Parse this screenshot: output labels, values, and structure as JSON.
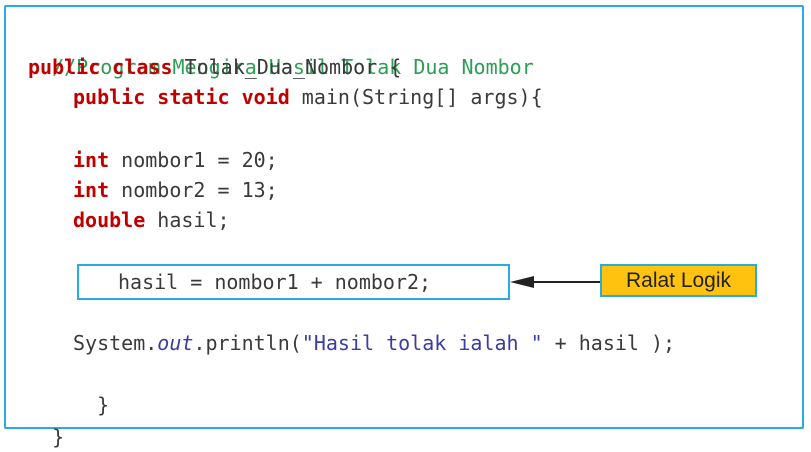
{
  "code": {
    "comment": "//Program Mengira Hasil Tolak Dua Nombor",
    "class_public": "public",
    "class_keyword": "class",
    "class_decl": " Tolak_Dua_Nombor {",
    "method_modifiers": "public static void",
    "method_signature": " main(String[] args){",
    "var1_type": "int",
    "var1_decl": " nombor1 = 20;",
    "var2_type": "int",
    "var2_decl": " nombor2 = 13;",
    "var3_type": "double",
    "var3_decl": " hasil;",
    "error_statement": "hasil = nombor1 + nombor2;",
    "print_prefix": "System.",
    "print_field": "out",
    "print_method": ".println(",
    "print_string": "\"Hasil tolak ialah \"",
    "print_suffix": " + hasil );",
    "method_close": "}",
    "class_close": "}"
  },
  "annotation": {
    "label": "Ralat Logik",
    "label_color": "#ffc20e",
    "border_color": "#29abe2"
  }
}
